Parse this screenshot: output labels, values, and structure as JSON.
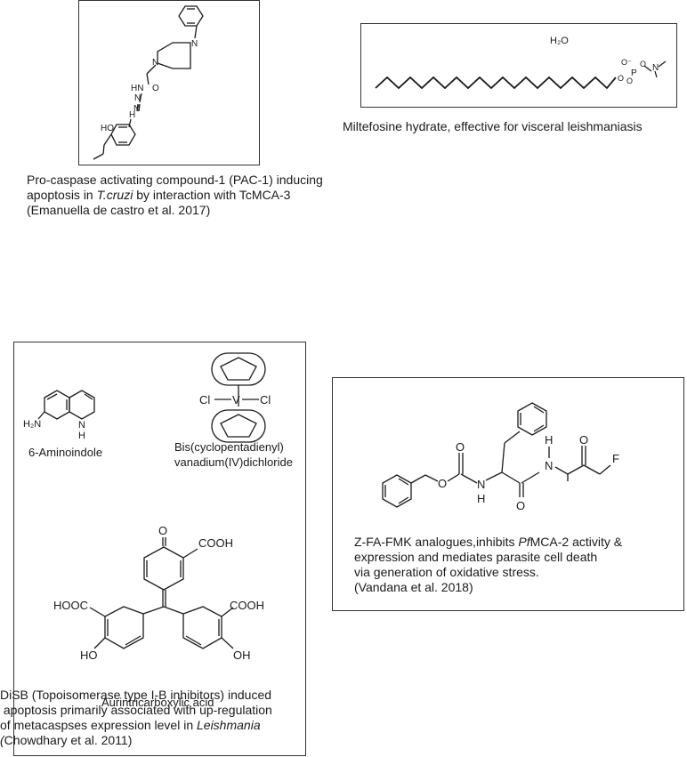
{
  "pac1": {
    "caption": [
      {
        "text": "Pro-caspase activating compound-1 (PAC-1) inducing"
      },
      {
        "pre": "apoptosis in ",
        "em": "T.cruzi",
        "post": " by interaction with TcMCA-3"
      },
      {
        "text": "(Emanuella de castro et al. 2017)"
      }
    ],
    "atoms": {
      "n_top": "N",
      "n_pyr": "N",
      "hn": "HN",
      "o": "O",
      "n1": "N",
      "n2": "N",
      "h": "H",
      "ho": "HO"
    }
  },
  "miltefosine": {
    "caption": "Miltefosine hydrate, effective for visceral leishmaniasis",
    "atoms": {
      "water": "H₂O",
      "o_minus": "O⁻",
      "p": "P",
      "o1": "O",
      "o2": "O",
      "o3": "O",
      "n_plus": "N"
    }
  },
  "disb": {
    "caption": [
      {
        "text": "DiSB (Topoisomerase type I-B inhibitors) induced"
      },
      {
        "text": " apoptosis primarily associated with up-regulation"
      },
      {
        "pre": "of metacaspses expression level in ",
        "em": "Leishmania",
        "post": ""
      },
      {
        "pre": "",
        "em": "(",
        "post": "Chowdhary et al. 2011)"
      }
    ],
    "compounds": {
      "aminoindole": {
        "name": "6-Aminoindole",
        "h2n": "H₂N",
        "nh_n": "N",
        "nh_h": "H"
      },
      "vanadocene": {
        "name_line1": "Bis(cyclopentadienyl)",
        "name_line2": "vanadium(IV)dichloride",
        "cl1": "Cl",
        "v": "V",
        "cl2": "Cl"
      },
      "aurintricarboxylic": {
        "name": "Aurintricarboxylic acid",
        "o": "O",
        "cooh1": "COOH",
        "hooc": "HOOC",
        "cooh2": "COOH",
        "ho": "HO",
        "oh": "OH"
      }
    }
  },
  "zfafmk": {
    "caption": [
      {
        "pre": "Z-FA-FMK analogues,inhibits ",
        "em": "Pf",
        "post": "MCA-2 activity &"
      },
      {
        "text": "expression and mediates parasite cell death"
      },
      {
        "text": "via generation of oxidative stress."
      },
      {
        "text": "(Vandana et al. 2018)"
      }
    ],
    "atoms": {
      "o_carb": "O",
      "o_ester": "O",
      "n1": "N",
      "h1": "H",
      "o_amide": "O",
      "h2": "H",
      "n2": "N",
      "o_ket": "O",
      "f": "F"
    }
  }
}
